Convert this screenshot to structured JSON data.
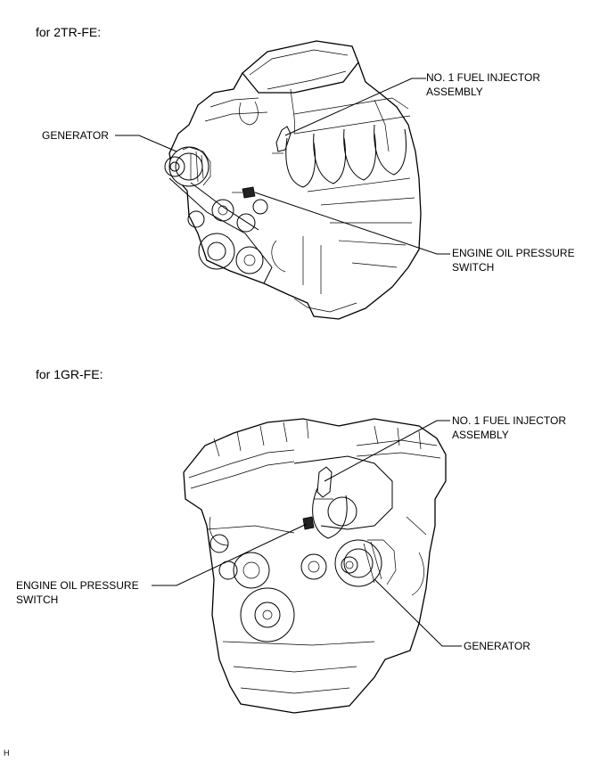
{
  "sections": [
    {
      "heading": "for 2TR-FE:",
      "labels": {
        "injector": [
          "NO. 1 FUEL INJECTOR",
          "ASSEMBLY"
        ],
        "generator": "GENERATOR",
        "oil_switch": [
          "ENGINE OIL PRESSURE",
          "SWITCH"
        ]
      }
    },
    {
      "heading": "for 1GR-FE:",
      "labels": {
        "injector": [
          "NO. 1 FUEL INJECTOR",
          "ASSEMBLY"
        ],
        "generator": "GENERATOR",
        "oil_switch": [
          "ENGINE OIL PRESSURE",
          "SWITCH"
        ]
      }
    }
  ],
  "footer_mark": "H"
}
